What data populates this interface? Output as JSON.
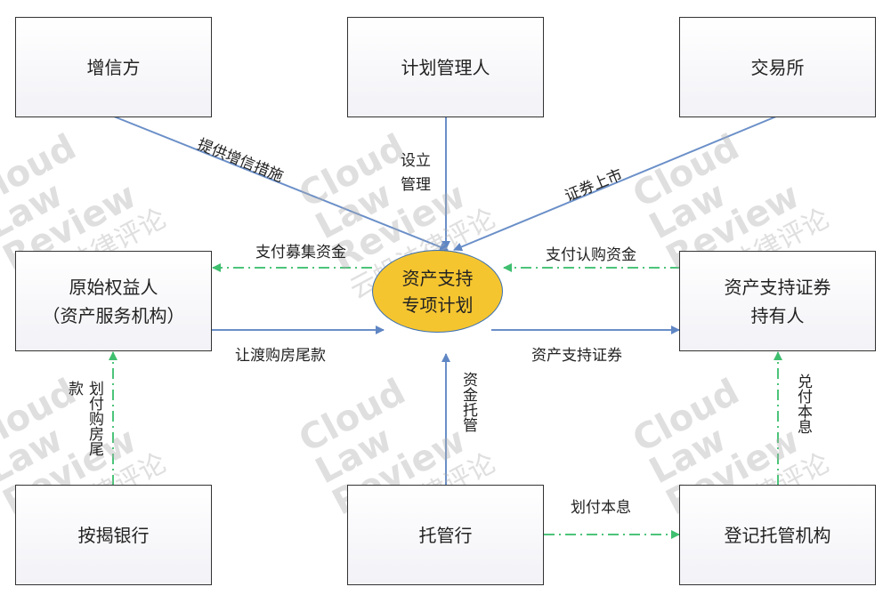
{
  "nodes": {
    "guarantor": "增信方",
    "plan_manager": "计划管理人",
    "exchange": "交易所",
    "originator_line1": "原始权益人",
    "originator_line2": "（资产服务机构）",
    "spv_line1": "资产支持",
    "spv_line2": "专项计划",
    "holders_line1": "资产支持证券",
    "holders_line2": "持有人",
    "mortgage_bank": "按揭银行",
    "custodian": "托管行",
    "registrar": "登记托管机构"
  },
  "edges": {
    "credit_enhancement": "提供增信措施",
    "establish": "设立\n管理",
    "securities_listing": "证券上市",
    "pay_raised_funds": "支付募集资金",
    "pay_subscription": "支付认购资金",
    "transfer_tail": "让渡购房尾款",
    "abs_securities": "资产支持证券",
    "fund_custody": "资金托管",
    "transfer_tail_payment": "划付购房尾款",
    "transfer_principal_interest": "划付本息",
    "redeem_principal_interest": "兑付本息"
  },
  "watermark": {
    "line1": "Cloud",
    "line2": "Law",
    "line3": "Review",
    "line4": "云帆法律评论"
  },
  "colors": {
    "solid_arrow": "#6a8fc8",
    "dashed_arrow": "#4cc47a",
    "spv_fill": "#f5c530"
  }
}
